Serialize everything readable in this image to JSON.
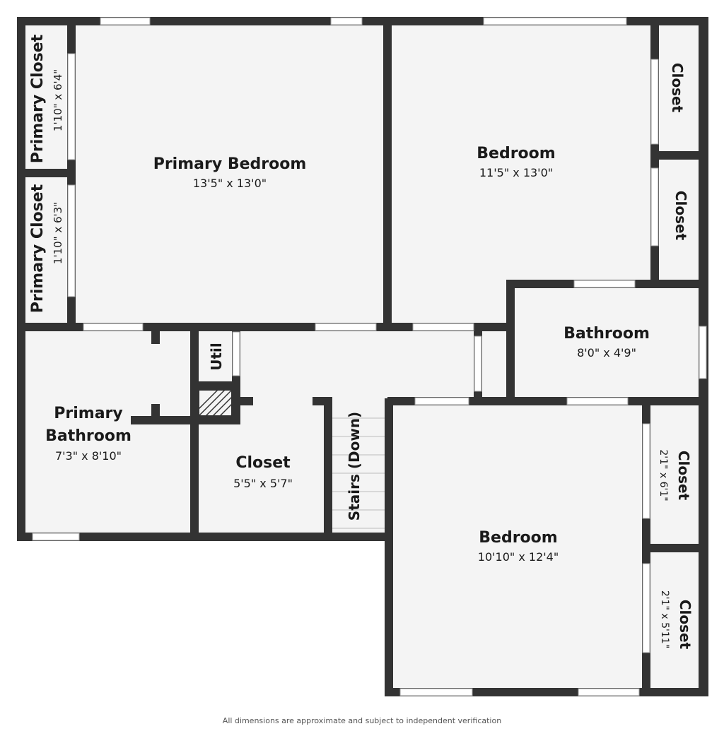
{
  "colors": {
    "floor": "#f4f4f4",
    "wall": "#333333",
    "window": "#ffffff",
    "background": "#ffffff"
  },
  "rooms": [
    {
      "id": "primary-closet-1",
      "name": "Primary Closet",
      "dim": "1'10\" x 6'4\""
    },
    {
      "id": "primary-closet-2",
      "name": "Primary Closet",
      "dim": "1'10\" x 6'3\""
    },
    {
      "id": "primary-bedroom",
      "name": "Primary Bedroom",
      "dim": "13'5\" x 13'0\""
    },
    {
      "id": "bedroom-1",
      "name": "Bedroom",
      "dim": "11'5\" x 13'0\""
    },
    {
      "id": "closet-ne-1",
      "name": "Closet",
      "dim": ""
    },
    {
      "id": "closet-ne-2",
      "name": "Closet",
      "dim": ""
    },
    {
      "id": "bathroom",
      "name": "Bathroom",
      "dim": "8'0\" x 4'9\""
    },
    {
      "id": "util",
      "name": "Util",
      "dim": ""
    },
    {
      "id": "primary-bathroom",
      "name": "Primary\nBathroom",
      "dim": "7'3\" x 8'10\""
    },
    {
      "id": "closet-center",
      "name": "Closet",
      "dim": "5'5\" x 5'7\""
    },
    {
      "id": "stairs",
      "name": "Stairs (Down)",
      "dim": ""
    },
    {
      "id": "bedroom-2",
      "name": "Bedroom",
      "dim": "10'10\" x 12'4\""
    },
    {
      "id": "closet-se-1",
      "name": "Closet",
      "dim": "2'1\" x 6'1\""
    },
    {
      "id": "closet-se-2",
      "name": "Closet",
      "dim": "2'1\" x 5'11\""
    }
  ],
  "footer": {
    "disclaimer": "All dimensions are approximate and subject to independent verification"
  }
}
